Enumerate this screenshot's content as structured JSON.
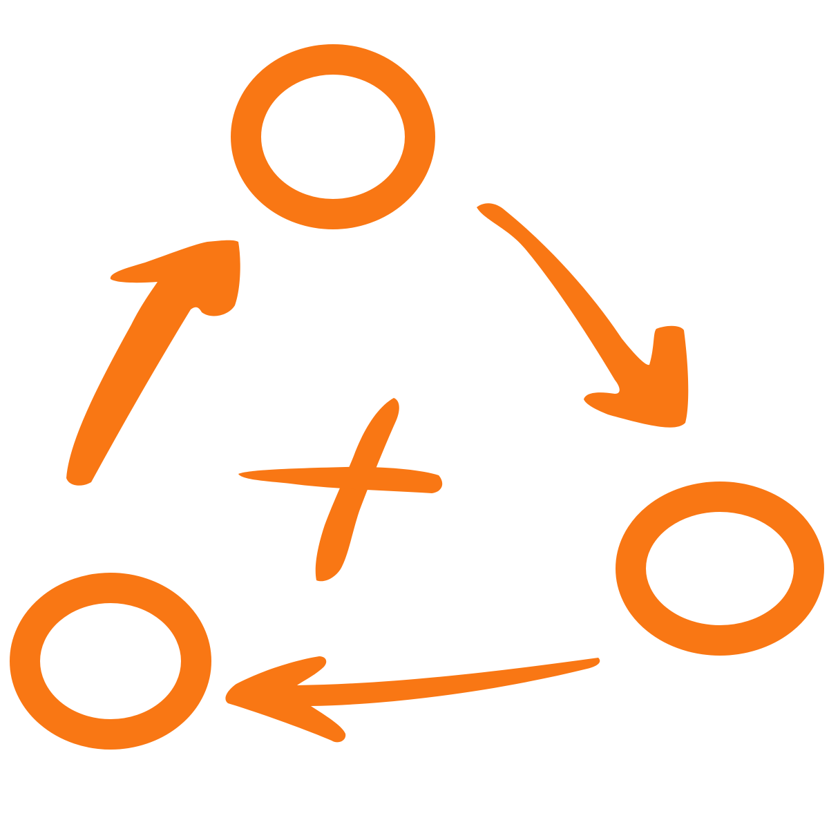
{
  "diagram": {
    "accent_color": "#F97714",
    "background_color": "#FFFFFF",
    "nodes": [
      {
        "id": "top",
        "shape": "circle-outline"
      },
      {
        "id": "right",
        "shape": "circle-outline"
      },
      {
        "id": "bottom-left",
        "shape": "circle-outline"
      }
    ],
    "edges": [
      {
        "from": "top",
        "to": "right",
        "icon": "arrow-icon"
      },
      {
        "from": "right",
        "to": "bottom-left",
        "icon": "arrow-icon"
      },
      {
        "from": "bottom-left",
        "to": "top",
        "icon": "arrow-icon"
      }
    ],
    "center_symbol": "plus-icon"
  }
}
